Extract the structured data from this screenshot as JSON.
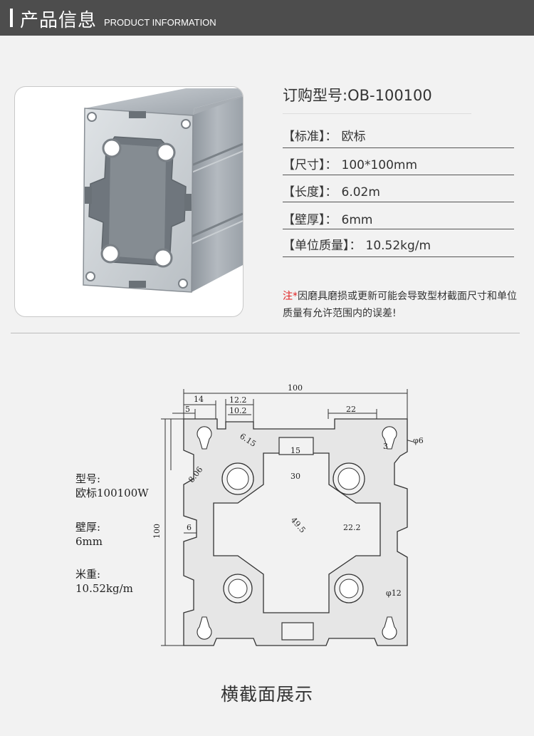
{
  "header": {
    "title_cn": "产品信息",
    "title_en": "PRODUCT INFORMATION"
  },
  "product": {
    "order_label": "订购型号:",
    "order_value": "OB-100100",
    "specs": [
      {
        "label": "【标准】：",
        "value": "欧标"
      },
      {
        "label": "【尺寸】：",
        "value": "100*100mm"
      },
      {
        "label": "【长度】：",
        "value": "6.02m"
      },
      {
        "label": "【壁厚】：",
        "value": "6mm"
      },
      {
        "label": "【单位质量】：",
        "value": "10.52kg/m"
      }
    ],
    "note_prefix": "注*",
    "note_text": "因磨具磨损或更新可能会导致型材截面尺寸和单位质量有允许范围内的误差!"
  },
  "drawing_info": {
    "model_label": "型号:",
    "model_value": "欧标100100W",
    "wall_label": "壁厚:",
    "wall_value": "6mm",
    "weight_label": "米重:",
    "weight_value": "10.52kg/m"
  },
  "dimensions": {
    "overall_width": "100",
    "overall_height": "100",
    "d14": "14",
    "d5": "5",
    "d12_2": "12.2",
    "d10_2": "10.2",
    "d22": "22",
    "d6_15": "6.15",
    "d15": "15",
    "d8_06": "8.06",
    "d30": "30",
    "d6_wall": "6",
    "d49_5": "49.5",
    "d22_2": "22.2",
    "d3": "3",
    "phi6": "φ6",
    "phi12": "φ12"
  },
  "caption": "横截面展示",
  "colors": {
    "header_bg": "#4d4d4d",
    "page_bg": "#f2f2f2",
    "note_star": "#e02020",
    "profile_fill": "#e6e6e6"
  }
}
